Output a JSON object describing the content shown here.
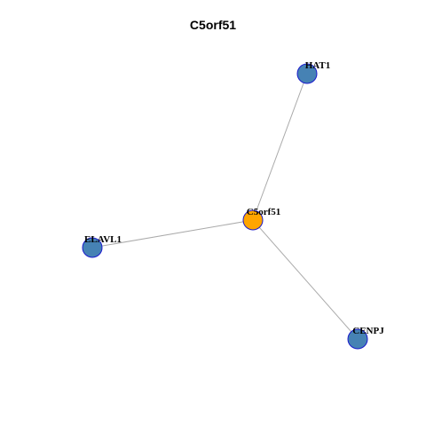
{
  "title": "C5orf51",
  "colors": {
    "center_fill": "#FFA500",
    "neighbor_fill": "#4682B4",
    "node_stroke": "#1A1ACC",
    "edge": "#AAAAAA"
  },
  "nodes": [
    {
      "id": "C5orf51",
      "label": "C5orf51",
      "role": "center"
    },
    {
      "id": "HAT1",
      "label": "HAT1",
      "role": "neighbor"
    },
    {
      "id": "ELAVL1",
      "label": "ELAVL1",
      "role": "neighbor"
    },
    {
      "id": "CENPJ",
      "label": "CENPJ",
      "role": "neighbor"
    }
  ],
  "edges": [
    {
      "source": "C5orf51",
      "target": "HAT1"
    },
    {
      "source": "C5orf51",
      "target": "ELAVL1"
    },
    {
      "source": "C5orf51",
      "target": "CENPJ"
    }
  ]
}
